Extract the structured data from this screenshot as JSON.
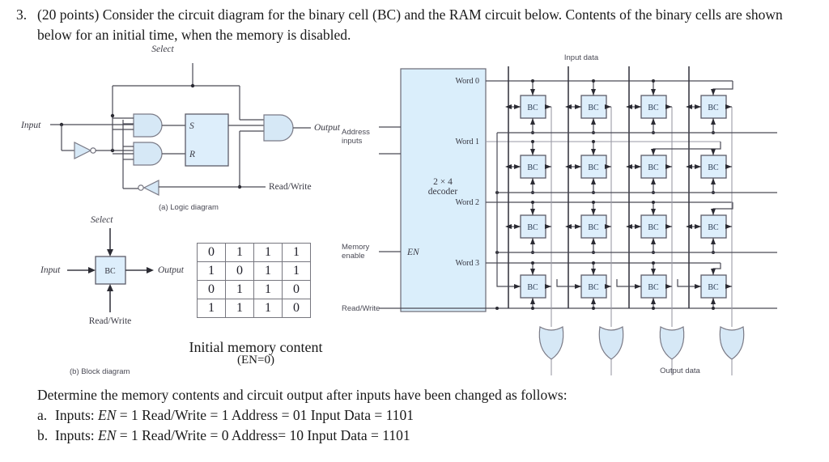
{
  "question": {
    "number": "3.",
    "text": "(20 points) Consider the circuit diagram for the binary cell (BC) and the RAM circuit below. Contents of the binary cells are shown below for an initial time, when the memory is disabled."
  },
  "logic_diagram": {
    "caption": "(a) Logic diagram",
    "select_label": "Select",
    "input_label": "Input",
    "output_label": "Output",
    "readwrite_label": "Read/Write",
    "latch_s": "S",
    "latch_r": "R"
  },
  "block_diagram": {
    "caption": "(b) Block diagram",
    "select_label": "Select",
    "input_label": "Input",
    "output_label": "Output",
    "readwrite_label": "Read/Write",
    "cell_label": "BC"
  },
  "memory_table": {
    "caption_line1": "Initial memory content",
    "caption_line2": "(EN=0)",
    "rows": [
      [
        "0",
        "1",
        "1",
        "1"
      ],
      [
        "1",
        "0",
        "1",
        "1"
      ],
      [
        "0",
        "1",
        "1",
        "0"
      ],
      [
        "1",
        "1",
        "1",
        "0"
      ]
    ]
  },
  "ram_diagram": {
    "decoder_line1": "2 × 4",
    "decoder_line2": "decoder",
    "address_label_line1": "Address",
    "address_label_line2": "inputs",
    "memory_enable_line1": "Memory",
    "memory_enable_line2": "enable",
    "en_label": "EN",
    "readwrite_label": "Read/Write",
    "input_data_label": "Input data",
    "output_data_label": "Output data",
    "word_lines": [
      "Word  0",
      "Word  1",
      "Word  2",
      "Word  3"
    ],
    "cell_label": "BC",
    "cell_grid_rows": 4,
    "cell_grid_cols": 4
  },
  "followup": {
    "prompt": "Determine the memory contents and circuit output after inputs have been changed as follows:",
    "items": [
      {
        "label": "a.",
        "prefix": "Inputs: ",
        "en_name": "EN",
        "rest": " = 1 Read/Write = 1 Address = 01 Input Data = 1101"
      },
      {
        "label": "b.",
        "prefix": "Inputs: ",
        "en_name": "EN",
        "rest": " = 1 Read/Write = 0 Address= 10 Input Data = 1101"
      }
    ]
  },
  "colors": {
    "gate_fill": "#d6e8f6",
    "box_fill": "#ddeefb",
    "wire": "#4a4a55",
    "text": "#1a1a1a"
  }
}
